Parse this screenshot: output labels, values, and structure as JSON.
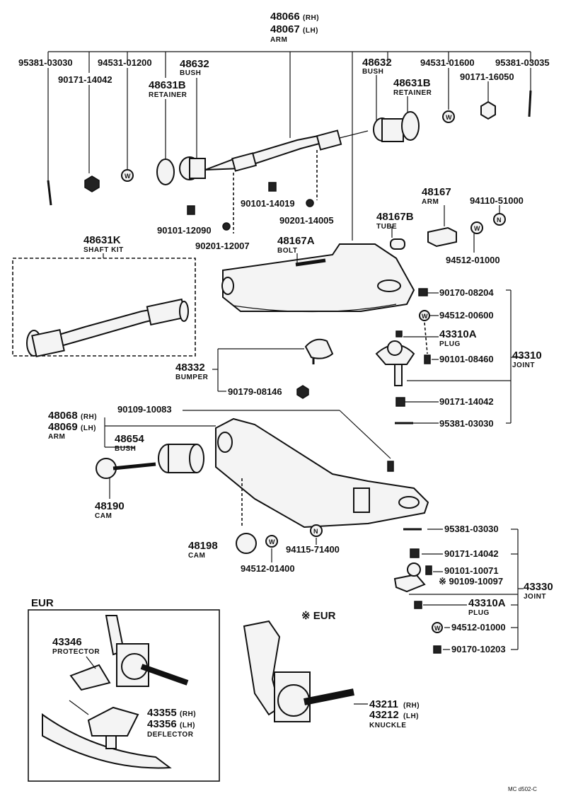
{
  "labels": {
    "arm_upper_rh": "48066",
    "arm_upper_rh_side": "(RH)",
    "arm_upper_lh": "48067",
    "arm_upper_lh_side": "(LH)",
    "arm_upper_name": "ARM",
    "p95381_03030_top": "95381-03030",
    "p90171_14042_top": "90171-14042",
    "p94531_01200": "94531-01200",
    "p48632_left": "48632",
    "bush_left": "BUSH",
    "p48631b_left": "48631B",
    "retainer_left": "RETAINER",
    "p48632_right": "48632",
    "bush_right": "BUSH",
    "p48631b_right": "48631B",
    "retainer_right": "RETAINER",
    "p94531_01600": "94531-01600",
    "p95381_03035": "95381-03035",
    "p90171_16050": "90171-16050",
    "p90101_14019": "90101-14019",
    "p90201_14005": "90201-14005",
    "p90101_12090": "90101-12090",
    "p90201_12007": "90201-12007",
    "p48631k": "48631K",
    "shaft_kit": "SHAFT KIT",
    "p48167": "48167",
    "arm_small": "ARM",
    "p94110_51000": "94110-51000",
    "p48167b": "48167B",
    "tube": "TUBE",
    "p48167a": "48167A",
    "bolt": "BOLT",
    "p94512_01000_a": "94512-01000",
    "p90170_08204": "90170-08204",
    "p94512_00600": "94512-00600",
    "p43310a": "43310A",
    "plug_upper": "PLUG",
    "p90101_08460": "90101-08460",
    "p43310": "43310",
    "joint_upper": "JOINT",
    "p48332": "48332",
    "bumper": "BUMPER",
    "p90179_08146": "90179-08146",
    "p90171_14042_mid": "90171-14042",
    "p95381_03030_mid": "95381-03030",
    "p48068": "48068",
    "p48068_side": "(RH)",
    "p48069": "48069",
    "p48069_side": "(LH)",
    "arm_lower": "ARM",
    "p90109_10083": "90109-10083",
    "p48654": "48654",
    "bush_lower": "BUSH",
    "p48190": "48190",
    "cam_left": "CAM",
    "p48198": "48198",
    "cam_lower": "CAM",
    "p94512_01400": "94512-01400",
    "p94115_71400": "94115-71400",
    "p95381_03030_low": "95381-03030",
    "p90171_14042_low": "90171-14042",
    "p90101_10071": "90101-10071",
    "p90109_10097": "※ 90109-10097",
    "p43330": "43330",
    "joint_lower": "JOINT",
    "p43310a_low": "43310A",
    "plug_lower": "PLUG",
    "p94512_01000_b": "94512-01000",
    "p90170_10203": "90170-10203",
    "eur_box": "EUR",
    "p43346": "43346",
    "protector": "PROTECTOR",
    "p43355": "43355",
    "p43355_side": "(RH)",
    "p43356": "43356",
    "p43356_side": "(LH)",
    "deflector": "DEFLECTOR",
    "eur_star": "※ EUR",
    "p43211": "43211",
    "p43211_side": "(RH)",
    "p43212": "43212",
    "p43212_side": "(LH)",
    "knuckle": "KNUCKLE",
    "ref_code": "MC d502-C"
  }
}
